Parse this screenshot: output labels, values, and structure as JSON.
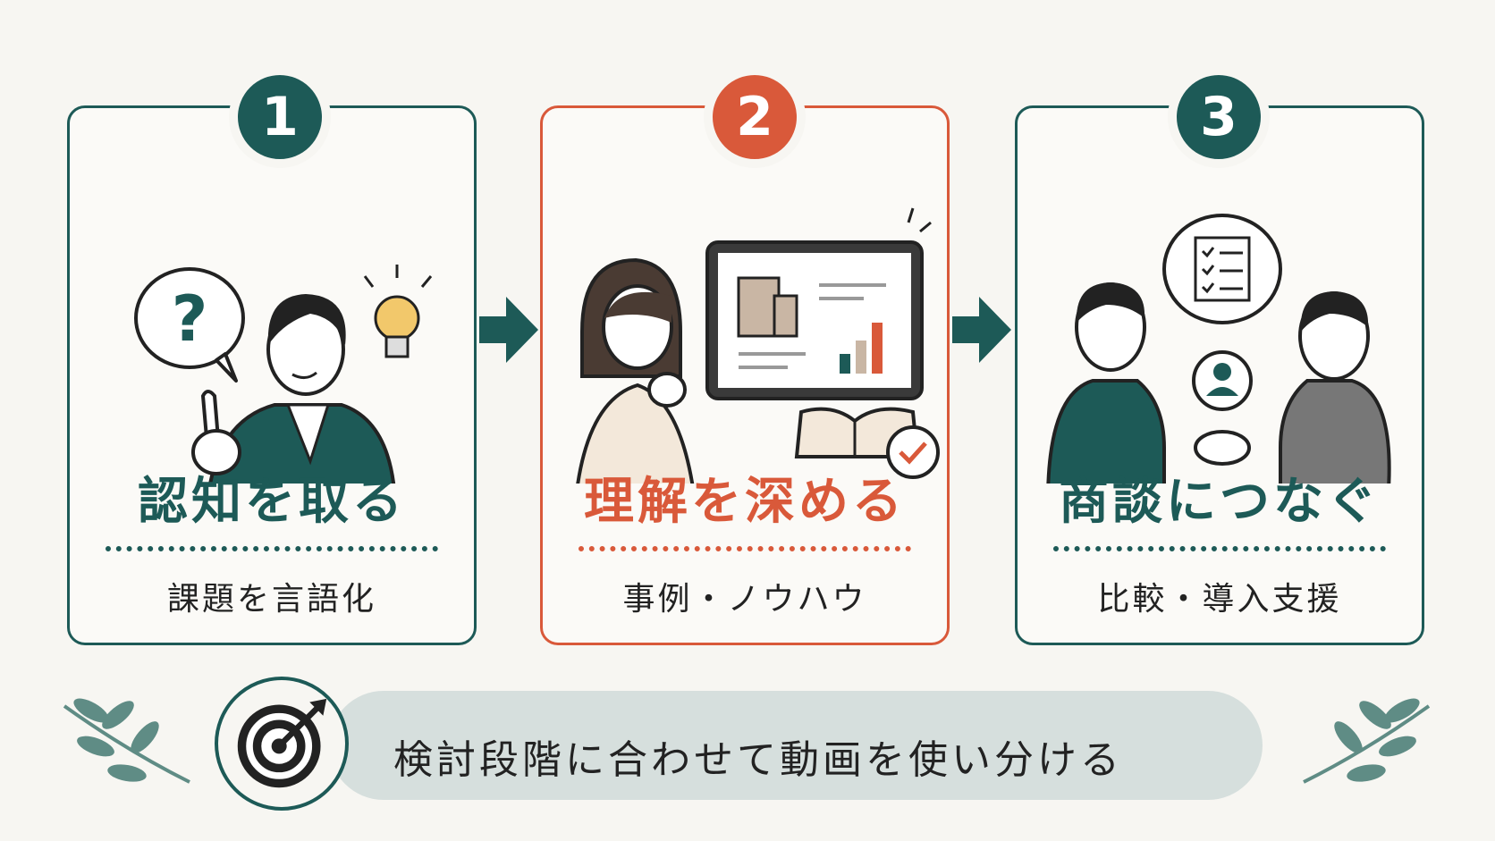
{
  "steps": [
    {
      "number": "1",
      "title": "認知を取る",
      "subtitle": "課題を言語化"
    },
    {
      "number": "2",
      "title": "理解を深める",
      "subtitle": "事例・ノウハウ"
    },
    {
      "number": "3",
      "title": "商談につなぐ",
      "subtitle": "比較・導入支援"
    }
  ],
  "banner": {
    "text": "検討段階に合わせて動画を使い分ける"
  },
  "colors": {
    "teal": "#1d5a57",
    "accent": "#d9593a",
    "banner_bg": "#d6dfdd",
    "background": "#f7f6f2"
  }
}
